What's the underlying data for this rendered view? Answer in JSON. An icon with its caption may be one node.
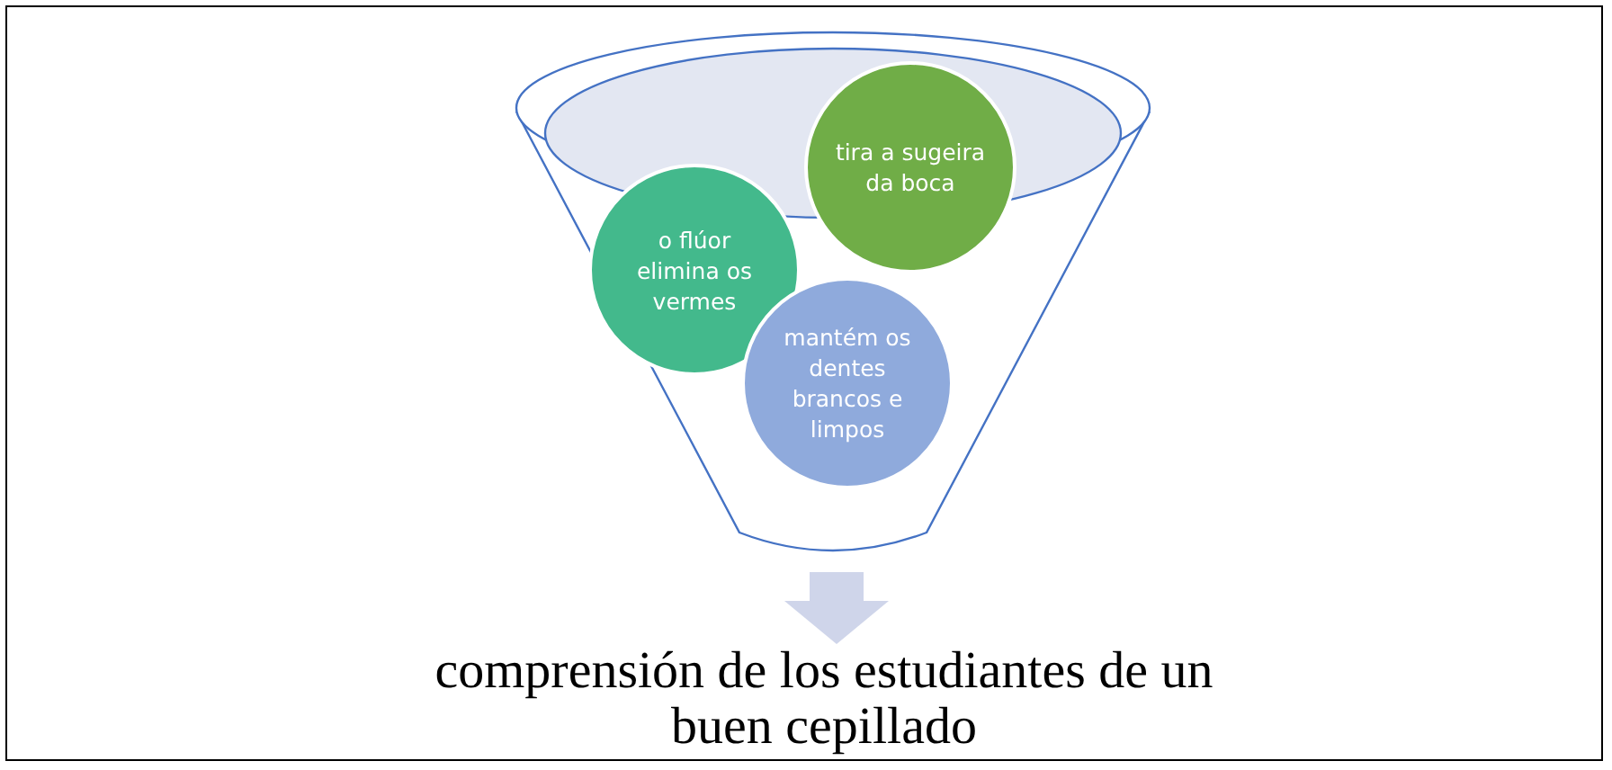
{
  "diagram": {
    "nodes": [
      {
        "text": [],
        "shape": "funnel"
      },
      {
        "text": [
          "o flúor elimina os vermes"
        ],
        "in": 0
      },
      {
        "text": [
          "tira a sugeira da boca"
        ],
        "in": 0
      },
      {
        "text": [
          "mantém os dentes brancos e limpos"
        ],
        "in": 0
      },
      {
        "text": [
          "comprensión de los estudiantes de un buen cepillado"
        ]
      }
    ],
    "edges": [
      {
        "from": 0,
        "to": 4,
        "arrow": "to"
      }
    ]
  }
}
